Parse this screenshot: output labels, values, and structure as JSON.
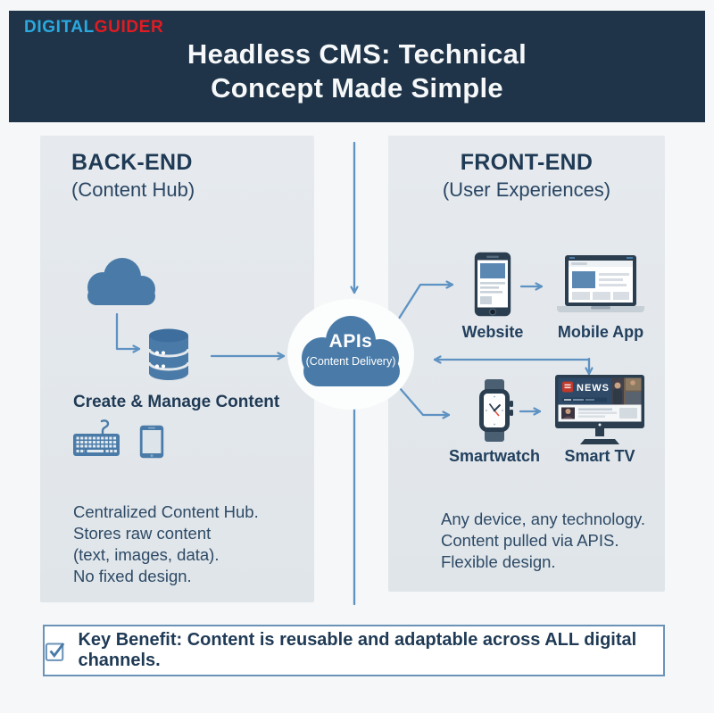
{
  "brand": {
    "name_primary": "DIGITAL",
    "name_secondary": "GUIDER"
  },
  "header": {
    "title_line1": "Headless CMS: Technical",
    "title_line2": "Concept Made Simple"
  },
  "backend": {
    "title": "BACK-END",
    "subtitle": "(Content Hub)",
    "workflow_label": "Create & Manage Content",
    "description_lines": [
      "Centralized Content Hub.",
      "Stores raw content",
      "(text, images, data).",
      "No fixed design."
    ]
  },
  "api_hub": {
    "title": "APIs",
    "subtitle": "(Content Delivery)"
  },
  "frontend": {
    "title": "FRONT-END",
    "subtitle": "(User Experiences)",
    "device_labels": {
      "website": "Website",
      "mobile_app": "Mobile App",
      "smartwatch": "Smartwatch",
      "smart_tv": "Smart TV"
    },
    "description_lines": [
      "Any device, any technology.",
      "Content pulled via APIS.",
      "Flexible design."
    ]
  },
  "smart_tv_screen": {
    "channel_label": "NEWS"
  },
  "key_benefit": {
    "prefix": "Key Benefit:",
    "text": "Content is reusable and adaptable across ALL digital channels."
  },
  "colors": {
    "header_bg": "#1f3448",
    "brand_blue": "#2aa9e0",
    "brand_red": "#e11b22",
    "panel_bg": "#e2e7ea",
    "icon_blue": "#4a7ba8",
    "arrow_blue": "#5e92c2",
    "text_navy": "#1f3a55",
    "device_dark": "#2b3e50",
    "news_red": "#c0392b"
  }
}
